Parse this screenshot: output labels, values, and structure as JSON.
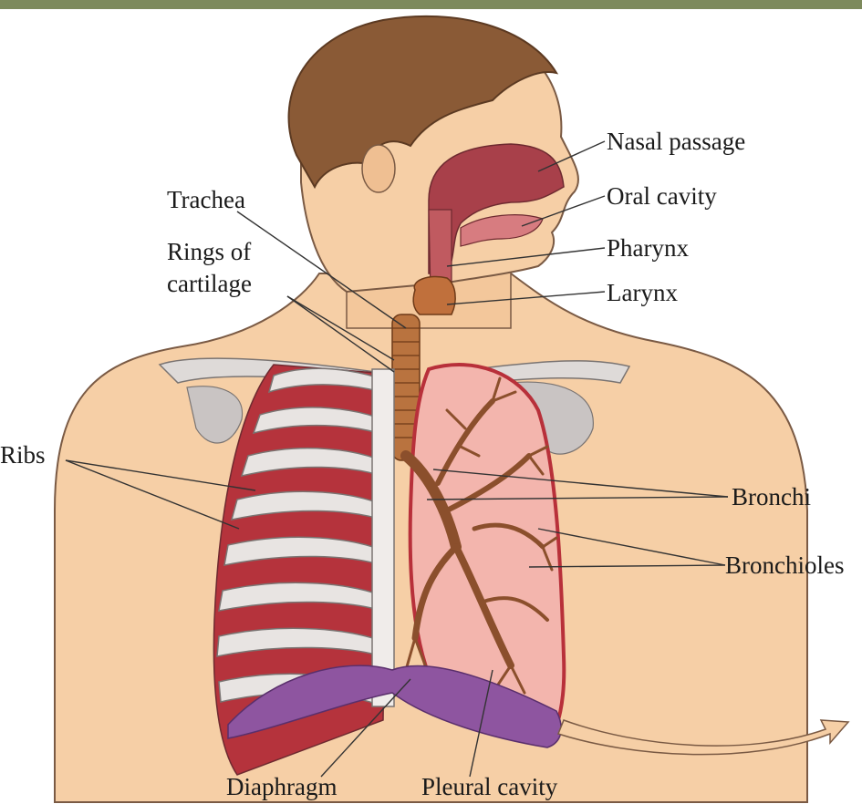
{
  "diagram": {
    "labels": {
      "nasal_passage": "Nasal passage",
      "oral_cavity": "Oral cavity",
      "pharynx": "Pharynx",
      "larynx": "Larynx",
      "trachea": "Trachea",
      "rings_line1": "Rings of",
      "rings_line2": "cartilage",
      "ribs": "Ribs",
      "bronchi": "Bronchi",
      "bronchioles": "Bronchioles",
      "diaphragm": "Diaphragm",
      "pleural_cavity": "Pleural cavity"
    },
    "colors": {
      "skin": "#f6cfa6",
      "skin_shadow": "#e9b684",
      "hair": "#8a5a36",
      "airway": "#a8404a",
      "airway_light": "#d77c80",
      "trachea": "#b9733f",
      "rib": "#e8e4e2",
      "rib_gap": "#b5333c",
      "lung": "#f3b5ad",
      "lung_edge": "#b8303a",
      "bronchial_tree": "#8b4f2c",
      "diaphragm": "#8e55a0",
      "bone_gray": "#c9c4c3"
    }
  }
}
